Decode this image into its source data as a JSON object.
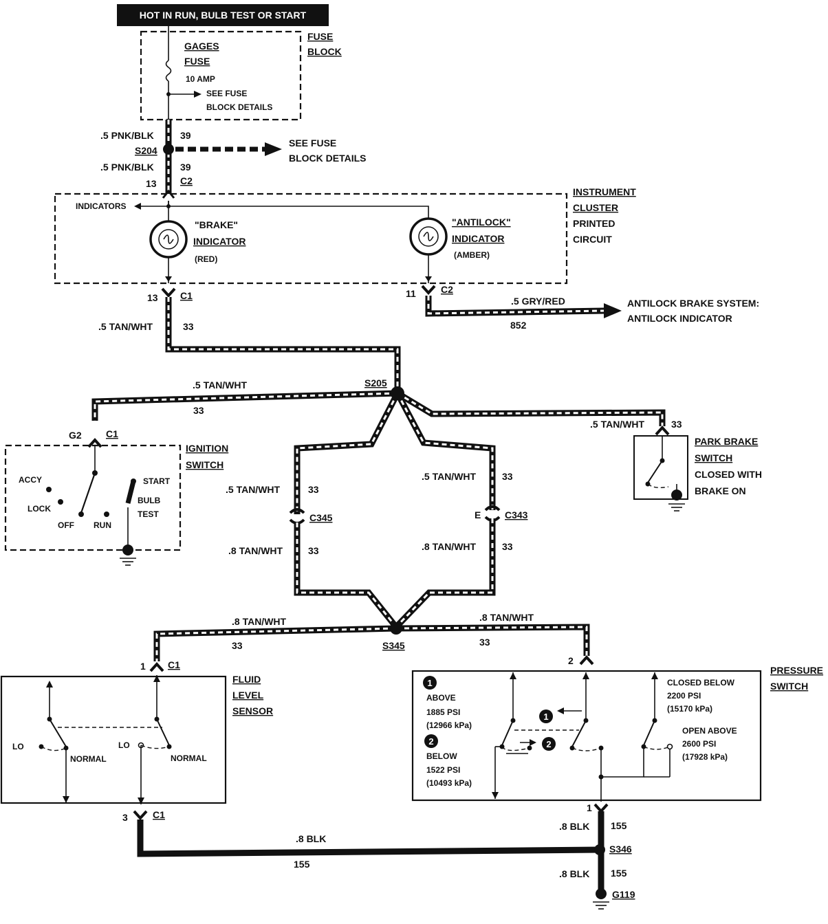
{
  "banner": "HOT IN RUN, BULB TEST OR START",
  "fuse_block": {
    "title_line1": "FUSE",
    "title_line2": "BLOCK",
    "fuse_line1": "GAGES",
    "fuse_line2": "FUSE",
    "rating": "10 AMP",
    "see_line1": "SEE FUSE",
    "see_line2": "BLOCK DETAILS"
  },
  "splice_s204": {
    "label": "S204",
    "wire_top": ".5 PNK/BLK",
    "circuit_top": "39",
    "wire_bottom": ".5 PNK/BLK",
    "circuit_bottom": "39",
    "see_line1": "SEE FUSE",
    "see_line2": "BLOCK DETAILS"
  },
  "instrument_cluster": {
    "title_line1": "INSTRUMENT",
    "title_line2": "CLUSTER",
    "title_line3": "PRINTED",
    "title_line4": "CIRCUIT",
    "indicators": "INDICATORS",
    "brake_name": "\"BRAKE\"",
    "brake_indicator": "INDICATOR",
    "brake_color": "(RED)",
    "antilock_name": "\"ANTILOCK\"",
    "antilock_indicator": "INDICATOR",
    "antilock_color": "(AMBER)",
    "top_pin": "13",
    "top_conn": "C2",
    "left_pin": "13",
    "left_conn": "C1",
    "right_pin": "11",
    "right_conn": "C2"
  },
  "antilock_output": {
    "wire": ".5 GRY/RED",
    "circuit": "852",
    "dest_line1": "ANTILOCK BRAKE SYSTEM:",
    "dest_line2": "ANTILOCK INDICATOR"
  },
  "wire_labels": {
    "tan_wht_5": ".5 TAN/WHT",
    "tan_wht_8": ".8 TAN/WHT",
    "circuit_33": "33",
    "blk_8": ".8 BLK",
    "circuit_155": "155"
  },
  "splices": {
    "s205": "S205",
    "s345": "S345",
    "s346": "S346"
  },
  "connectors": {
    "c345": "C345",
    "c343": "C343",
    "c343_pin": "E",
    "ign_pin": "G2",
    "ign_conn": "C1",
    "fluid_pin_top": "1",
    "fluid_conn_top": "C1",
    "fluid_pin_bottom": "3",
    "fluid_conn_bottom": "C1",
    "press_pin_top": "2",
    "press_pin_bottom": "1"
  },
  "ignition_switch": {
    "title_line1": "IGNITION",
    "title_line2": "SWITCH",
    "accy": "ACCY",
    "lock": "LOCK",
    "off": "OFF",
    "run": "RUN",
    "start": "START",
    "bulb": "BULB",
    "test": "TEST"
  },
  "park_brake_switch": {
    "line1": "PARK BRAKE",
    "line2": "SWITCH",
    "line3": "CLOSED WITH",
    "line4": "BRAKE ON"
  },
  "fluid_level_sensor": {
    "line1": "FLUID",
    "line2": "LEVEL",
    "line3": "SENSOR",
    "lo": "LO",
    "normal": "NORMAL"
  },
  "pressure_switch": {
    "title_line1": "PRESSURE",
    "title_line2": "SWITCH",
    "n1": "1",
    "n2": "2",
    "above": "ABOVE",
    "above_psi": "1885 PSI",
    "above_kpa": "(12966 kPa)",
    "below": "BELOW",
    "below_psi": "1522 PSI",
    "below_kpa": "(10493 kPa)",
    "closed_below": "CLOSED BELOW",
    "closed_psi": "2200 PSI",
    "closed_kpa": "(15170 kPa)",
    "open_above": "OPEN ABOVE",
    "open_psi": "2600 PSI",
    "open_kpa": "(17928 kPa)"
  },
  "ground": "G119"
}
